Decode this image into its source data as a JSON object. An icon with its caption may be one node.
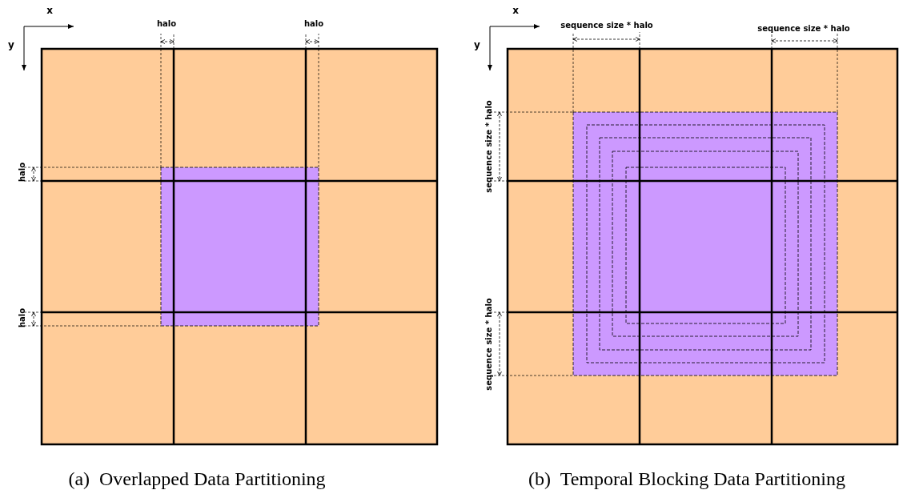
{
  "diagram": {
    "labels": [
      "x",
      "y",
      "halo",
      "halo",
      "halo",
      "halo",
      "(a)  Overlapped Data Partitioning",
      "x",
      "y",
      "sequence size * halo",
      "sequence size * halo",
      "sequence size * halo",
      "sequence size * halo",
      "(b)  Temporal Blocking Data Partitioning"
    ]
  }
}
